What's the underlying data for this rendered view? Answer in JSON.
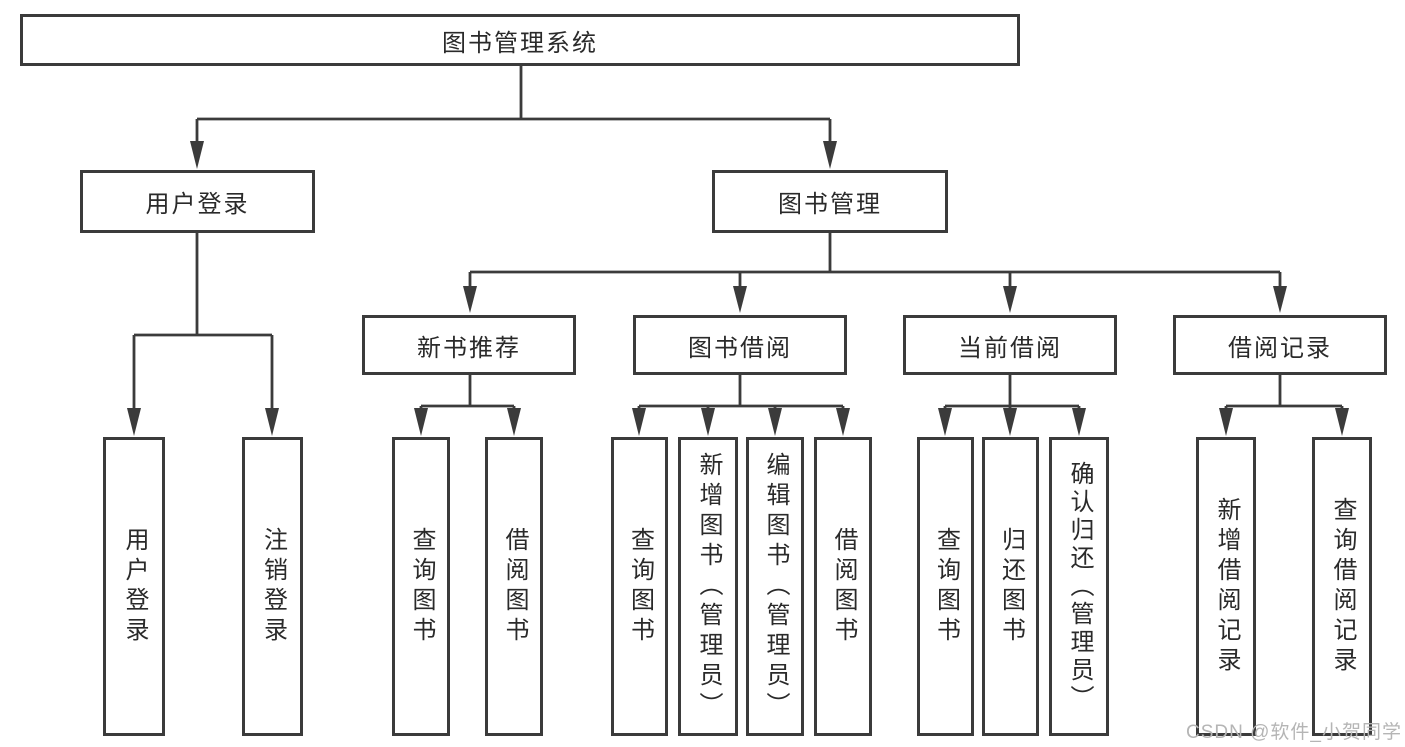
{
  "tree": {
    "root": {
      "label": "图书管理系统"
    },
    "branches": [
      {
        "label": "用户登录",
        "children": [
          {
            "label": "用户登录"
          },
          {
            "label": "注销登录"
          }
        ]
      },
      {
        "label": "图书管理",
        "children": [
          {
            "label": "新书推荐",
            "children": [
              {
                "label": "查询图书"
              },
              {
                "label": "借阅图书"
              }
            ]
          },
          {
            "label": "图书借阅",
            "children": [
              {
                "label": "查询图书"
              },
              {
                "label": "新增图书（管理员）"
              },
              {
                "label": "编辑图书（管理员）"
              },
              {
                "label": "借阅图书"
              }
            ]
          },
          {
            "label": "当前借阅",
            "children": [
              {
                "label": "查询图书"
              },
              {
                "label": "归还图书"
              },
              {
                "label": "确认归还（管理员）"
              }
            ]
          },
          {
            "label": "借阅记录",
            "children": [
              {
                "label": "新增借阅记录"
              },
              {
                "label": "查询借阅记录"
              }
            ]
          }
        ]
      }
    ]
  },
  "watermark": {
    "text": "CSDN @软件_小贺同学"
  },
  "colors": {
    "line": "#3b3b3b",
    "text": "#2a2a2a",
    "watermark": "#b5b5b5"
  }
}
